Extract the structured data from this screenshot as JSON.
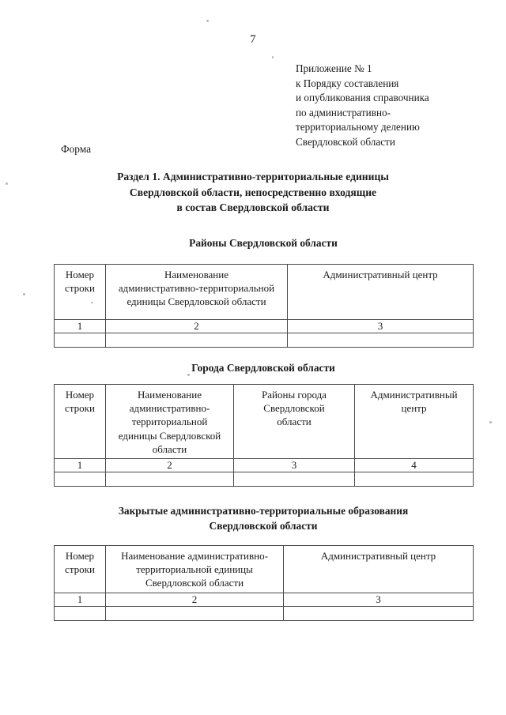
{
  "page": {
    "number": "7"
  },
  "addressee": {
    "lines": [
      "Приложение № 1",
      "к Порядку составления",
      "и опубликования справочника",
      "по административно-",
      "территориальному делению",
      "Свердловской области"
    ]
  },
  "forma": {
    "label": "Форма"
  },
  "section": {
    "title_lines": [
      "Раздел 1. Административно-территориальные единицы",
      "Свердловской области, непосредственно входящие",
      "в состав Свердловской области"
    ]
  },
  "tables": [
    {
      "caption_lines": [
        "Районы Свердловской области"
      ],
      "headers": [
        [
          "Номер",
          "строки"
        ],
        [
          "Наименование",
          "административно-территориальной",
          "единицы Свердловской области"
        ],
        [
          "Административный центр"
        ]
      ],
      "column_numbers": [
        "1",
        "2",
        "3"
      ],
      "empty_row": [
        "",
        "",
        ""
      ]
    },
    {
      "caption_lines": [
        "Города Свердловской области"
      ],
      "headers": [
        [
          "Номер",
          "строки"
        ],
        [
          "Наименование",
          "административно-",
          "территориальной",
          "единицы Свердловской",
          "области"
        ],
        [
          "Районы города",
          "Свердловской",
          "области"
        ],
        [
          "Административный",
          "центр"
        ]
      ],
      "column_numbers": [
        "1",
        "2",
        "3",
        "4"
      ],
      "empty_row": [
        "",
        "",
        "",
        ""
      ]
    },
    {
      "caption_lines": [
        "Закрытые административно-территориальные образования",
        "Свердловской области"
      ],
      "headers": [
        [
          "Номер",
          "строки"
        ],
        [
          "Наименование административно-",
          "территориальной единицы",
          "Свердловской области"
        ],
        [
          "Административный центр"
        ]
      ],
      "column_numbers": [
        "1",
        "2",
        "3"
      ],
      "empty_row": [
        "",
        "",
        ""
      ]
    }
  ]
}
